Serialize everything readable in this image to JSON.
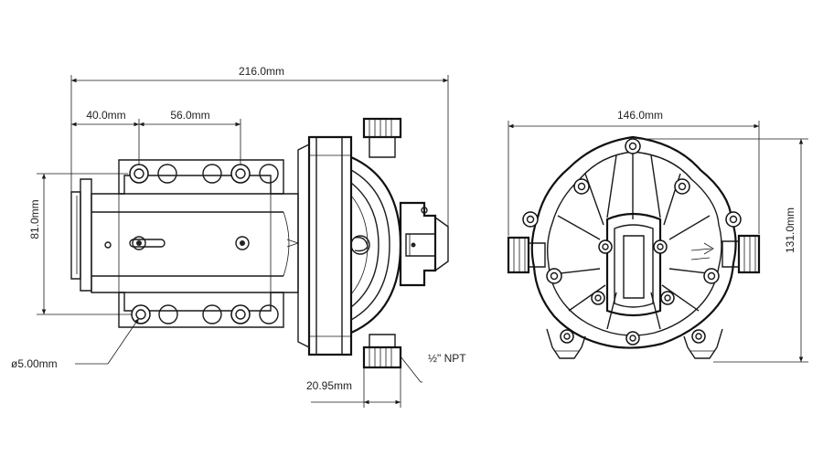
{
  "dimensions": {
    "overall_length": "216.0mm",
    "hole_offset": "40.0mm",
    "hole_spacing": "56.0mm",
    "base_height": "81.0mm",
    "hole_diameter": "ø5.00mm",
    "port_offset": "20.95mm",
    "port_thread": "½\" NPT",
    "head_width": "146.0mm",
    "head_height": "131.0mm"
  },
  "colors": {
    "line": "#1a1a1a",
    "background": "#ffffff"
  }
}
